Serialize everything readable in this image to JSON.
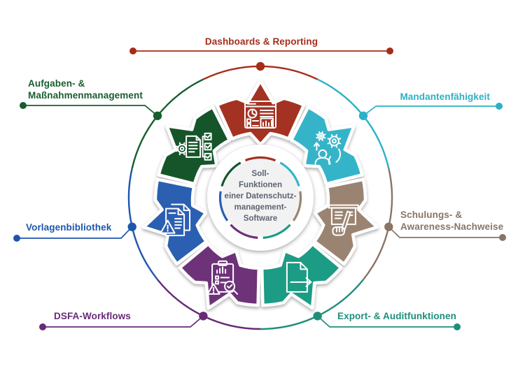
{
  "diagram": {
    "center": {
      "lines": [
        "Soll-",
        "Funktionen",
        "einer Datenschutz-",
        "management-",
        "Software"
      ],
      "text_color": "#5d6570",
      "disc_color": "#f2f2f3"
    },
    "segments": [
      {
        "id": "dashboards",
        "label_lines": [
          "Dashboards & Reporting"
        ],
        "color": "#a43120",
        "label_color": "#a72c18",
        "icon": "dashboard-report-icon"
      },
      {
        "id": "mandanten",
        "label_lines": [
          "Mandantenfähigkeit"
        ],
        "color": "#35b4c9",
        "label_color": "#2ab1c7",
        "icon": "multi-tenant-icon"
      },
      {
        "id": "schulungs",
        "label_lines": [
          "Schulungs- &",
          "Awareness-Nachweise"
        ],
        "color": "#9a8471",
        "label_color": "#8a7464",
        "icon": "training-board-icon"
      },
      {
        "id": "export",
        "label_lines": [
          "Export- & Auditfunktionen"
        ],
        "color": "#1d9c84",
        "label_color": "#1e8e7a",
        "icon": "export-doc-icon"
      },
      {
        "id": "dsfa",
        "label_lines": [
          "DSFA-Workflows"
        ],
        "color": "#6e3079",
        "label_color": "#682a76",
        "icon": "dsfa-audit-icon"
      },
      {
        "id": "vorlagen",
        "label_lines": [
          "Vorlagenbibliothek"
        ],
        "color": "#2c5fb1",
        "label_color": "#1e56ad",
        "icon": "template-docs-icon"
      },
      {
        "id": "aufgaben",
        "label_lines": [
          "Aufgaben- &",
          "Maßnahmenmanagement"
        ],
        "color": "#15552c",
        "label_color": "#185d2e",
        "icon": "task-management-icon"
      }
    ]
  }
}
